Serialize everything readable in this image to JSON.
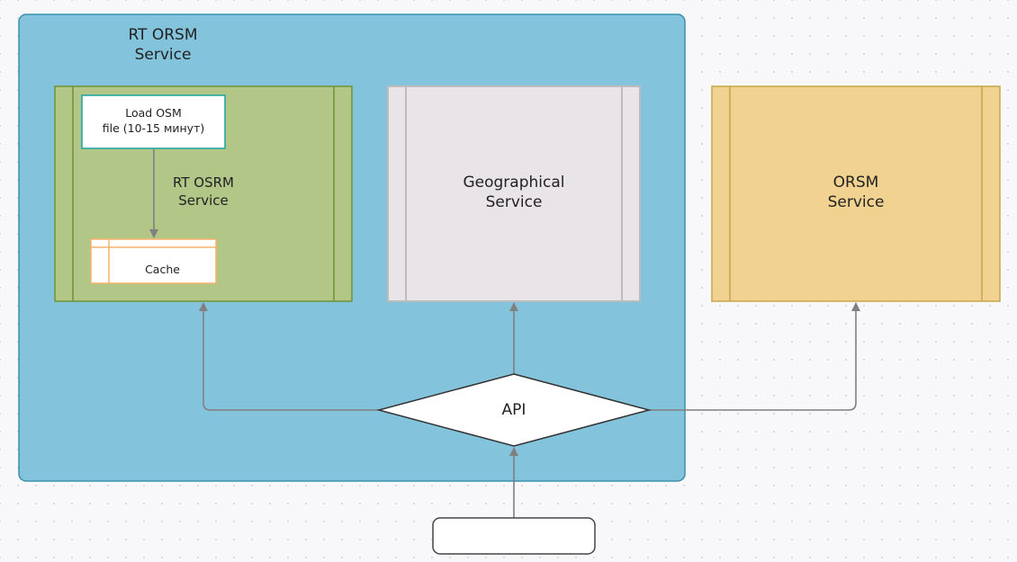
{
  "container": {
    "title_line1": "RT ORSM",
    "title_line2": "Service"
  },
  "rt_osrm_service": {
    "line1": "RT OSRM",
    "line2": "Service"
  },
  "load_osm": {
    "line1": "Load OSM",
    "line2": "file (10-15 минут)"
  },
  "cache": {
    "label": "Cache"
  },
  "geographical_service": {
    "line1": "Geographical",
    "line2": "Service"
  },
  "orsm_service": {
    "line1": "ORSM",
    "line2": "Service"
  },
  "api": {
    "label": "API"
  },
  "client": {
    "label": ""
  },
  "colors": {
    "container_fill": "#84c3dc",
    "container_stroke": "#3a8fb0",
    "green_fill": "#b2c787",
    "green_stroke": "#6e9334",
    "grey_fill": "#e8e4e8",
    "grey_stroke": "#bcbcbc",
    "yellow_fill": "#f1d291",
    "yellow_stroke": "#c6a54c",
    "teal_stroke": "#1aa3a0",
    "orange_stroke": "#f5b46b",
    "arrow": "#808080"
  }
}
